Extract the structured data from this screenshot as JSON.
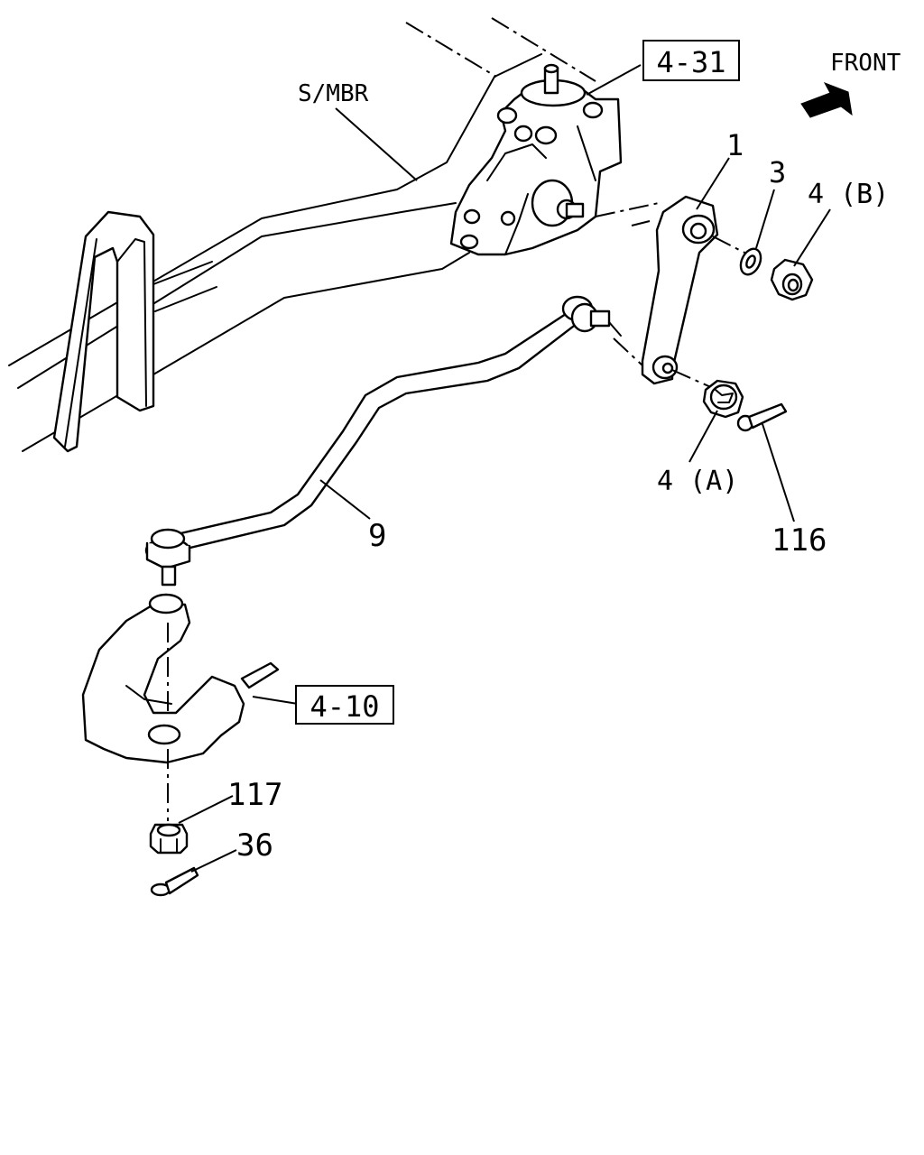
{
  "diagram": {
    "labels": {
      "front": "FRONT",
      "s_mbr": "S/MBR",
      "ref_4_31": "4-31",
      "ref_4_10": "4-10",
      "part_1": "1",
      "part_3": "3",
      "part_4b": "4 (B)",
      "part_4a": "4 (A)",
      "part_9": "9",
      "part_116": "116",
      "part_117": "117",
      "part_36": "36"
    },
    "icons": {
      "front_arrow": "arrow-right-icon"
    }
  }
}
